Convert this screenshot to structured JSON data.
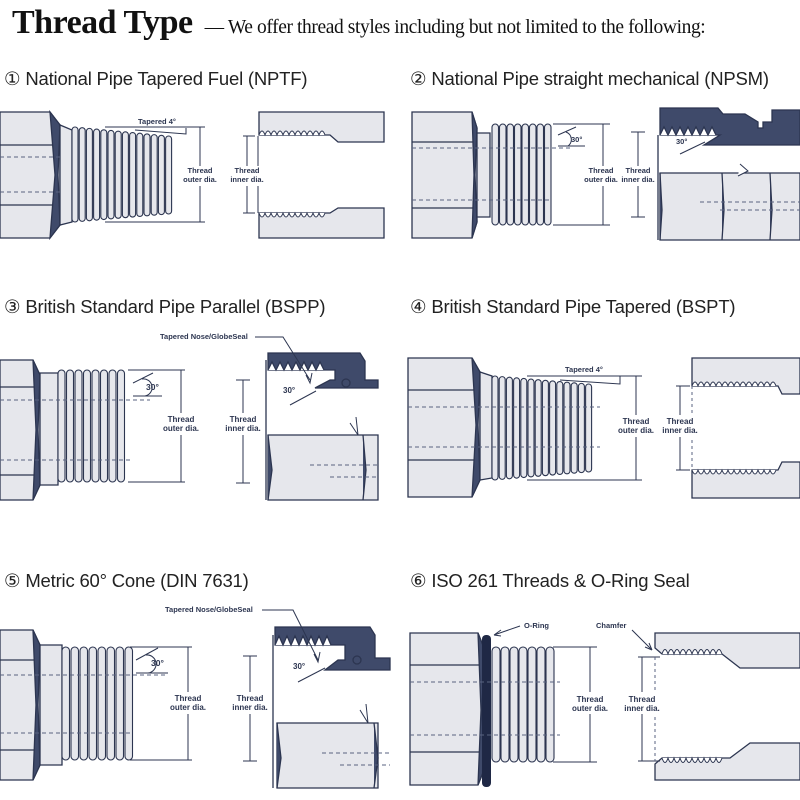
{
  "header": {
    "title": "Thread Type",
    "subtitle": "— We offer thread styles including but not limited to the following:"
  },
  "colors": {
    "outline": "#2c3550",
    "dark_fill": "#3f4a6a",
    "light_fill": "#e6e7ec",
    "dash": "#5a6380"
  },
  "sections": [
    {
      "number": "①",
      "title": "National Pipe Tapered Fuel (NPTF)",
      "labels": {
        "angle": "Tapered 4°",
        "outer_1": "Thread",
        "outer_2": "outer dia.",
        "inner_1": "Thread",
        "inner_2": "inner dia."
      }
    },
    {
      "number": "②",
      "title": "National Pipe straight mechanical (NPSM)",
      "labels": {
        "angle": "30°",
        "angle2": "30°",
        "outer_1": "Thread",
        "outer_2": "outer dia.",
        "inner_1": "Thread",
        "inner_2": "inner dia."
      }
    },
    {
      "number": "③",
      "title": "British Standard Pipe Parallel (BSPP)",
      "labels": {
        "callout": "Tapered Nose/GlobeSeal",
        "angle": "30°",
        "angle2": "30°",
        "outer_1": "Thread",
        "outer_2": "outer dia.",
        "inner_1": "Thread",
        "inner_2": "inner dia."
      }
    },
    {
      "number": "④",
      "title": "British Standard Pipe Tapered (BSPT)",
      "labels": {
        "angle": "Tapered 4°",
        "outer_1": "Thread",
        "outer_2": "outer dia.",
        "inner_1": "Thread",
        "inner_2": "inner dia."
      }
    },
    {
      "number": "⑤",
      "title": "Metric 60° Cone (DIN 7631)",
      "labels": {
        "callout": "Tapered Nose/GlobeSeal",
        "angle": "30°",
        "angle2": "30°",
        "outer_1": "Thread",
        "outer_2": "outer dia.",
        "inner_1": "Thread",
        "inner_2": "inner dia."
      }
    },
    {
      "number": "⑥",
      "title": "ISO 261 Threads & O-Ring Seal",
      "labels": {
        "oring": "O-Ring",
        "chamfer": "Chamfer",
        "outer_1": "Thread",
        "outer_2": "outer dia.",
        "inner_1": "Thread",
        "inner_2": "inner dia."
      }
    }
  ]
}
